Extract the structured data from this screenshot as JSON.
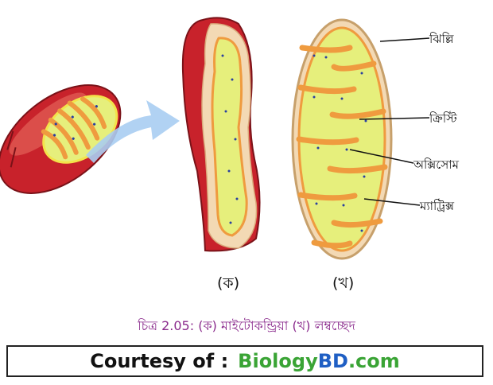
{
  "labels": {
    "membrane": "ঝিল্লি",
    "cristae": "ক্রিস্টি",
    "oxysome": "অক্সিসোম",
    "matrix": "ম্যাট্রিক্স"
  },
  "sublabels": {
    "a": "(ক)",
    "b": "(খ)"
  },
  "caption": "চিত্র 2.05: (ক) মাইটোকন্ড্রিয়া (খ) লম্বচ্ছেদ",
  "credit": {
    "prefix": "Courtesy of :",
    "site_part1": "Biology",
    "site_part2": "BD",
    "site_part3": ".com"
  },
  "colors": {
    "outer_red": "#c8222b",
    "matrix_yellow": "#e6ef7c",
    "cristae_orange": "#ef9b3f",
    "arrow_blue": "#a9cdf2",
    "caption_purple": "#8a2a8c",
    "credit_green": "#3aa435",
    "credit_blue": "#1f5fc4"
  }
}
